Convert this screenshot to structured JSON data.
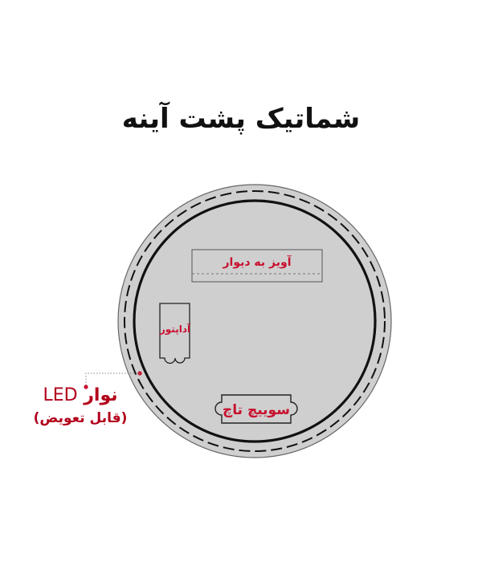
{
  "title": "شماتیک پشت آینه",
  "components": {
    "wall_hanger": "آویز به دیوار",
    "adapter": "آداپتور",
    "touch_switch": "سوییچ تاچ"
  },
  "led_strip": {
    "name": "نوار",
    "led": "LED",
    "note": "(قابل تعویض)"
  },
  "colors": {
    "mirror_fill": "#cfcfcf",
    "accent_red": "#c8102e",
    "outline": "#111111"
  }
}
